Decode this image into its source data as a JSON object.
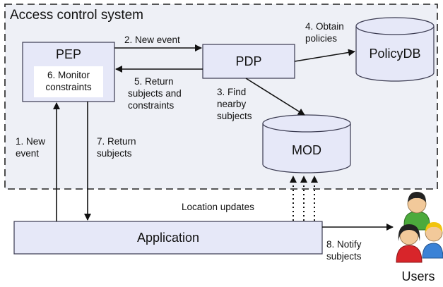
{
  "system_label": "Access control system",
  "components": {
    "pep": "PEP",
    "pep_inner": [
      "6. Monitor",
      "constraints"
    ],
    "pdp": "PDP",
    "policydb": "PolicyDB",
    "mod": "MOD",
    "application": "Application"
  },
  "edges": {
    "new_event_pep_pdp": "2. New event",
    "obtain_policies": [
      "4. Obtain",
      "policies"
    ],
    "return_subjects_constraints": [
      "5. Return",
      "subjects and",
      "constraints"
    ],
    "find_nearby": [
      "3. Find",
      "nearby",
      "subjects"
    ],
    "new_event_app": [
      "1. New",
      "event"
    ],
    "return_subjects": [
      "7. Return",
      "subjects"
    ],
    "location_updates": "Location updates",
    "notify_subjects": [
      "8. Notify",
      "subjects"
    ]
  },
  "users_label": "Users",
  "colors": {
    "box_fill": "#e6e8f8",
    "box_stroke": "#3a3a50",
    "system_fill": "#eef0f6",
    "user_skin": "#f2c99a",
    "user_green": "#4caa3c",
    "user_red": "#d8252a",
    "user_blue": "#3a82d6",
    "user_hair_dark": "#222222",
    "user_hair_yellow": "#f1c40f"
  }
}
